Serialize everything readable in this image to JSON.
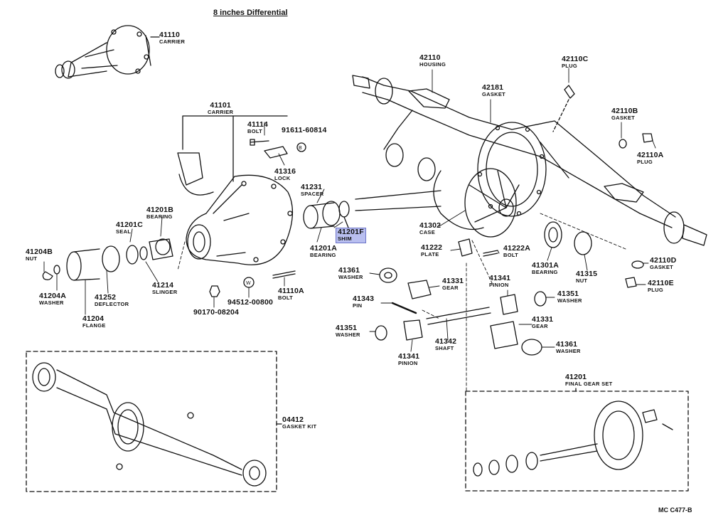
{
  "diagram": {
    "title": "8 inches Differential",
    "code": "MC  C477-B",
    "selected_part": "41201F",
    "parts": [
      {
        "id": "p41110",
        "number": "41110",
        "name": "CARRIER"
      },
      {
        "id": "p41101",
        "number": "41101",
        "name": "CARRIER"
      },
      {
        "id": "p41114",
        "number": "41114",
        "name": "BOLT"
      },
      {
        "id": "p91611",
        "number": "91611-60814",
        "name": ""
      },
      {
        "id": "p41316",
        "number": "41316",
        "name": "LOCK"
      },
      {
        "id": "p41231",
        "number": "41231",
        "name": "SPACER"
      },
      {
        "id": "p41201F",
        "number": "41201F",
        "name": "SHIM"
      },
      {
        "id": "p41201A",
        "number": "41201A",
        "name": "BEARING"
      },
      {
        "id": "p41201B",
        "number": "41201B",
        "name": "BEARING"
      },
      {
        "id": "p41201C",
        "number": "41201C",
        "name": "SEAL"
      },
      {
        "id": "p41204B",
        "number": "41204B",
        "name": "NUT"
      },
      {
        "id": "p41204A",
        "number": "41204A",
        "name": "WASHER"
      },
      {
        "id": "p41204",
        "number": "41204",
        "name": "FLANGE"
      },
      {
        "id": "p41252",
        "number": "41252",
        "name": "DEFLECTOR"
      },
      {
        "id": "p41214",
        "number": "41214",
        "name": "SLINGER"
      },
      {
        "id": "p94512",
        "number": "94512-00800",
        "name": ""
      },
      {
        "id": "p90170",
        "number": "90170-08204",
        "name": ""
      },
      {
        "id": "p41110A",
        "number": "41110A",
        "name": "BOLT"
      },
      {
        "id": "p42110",
        "number": "42110",
        "name": "HOUSING"
      },
      {
        "id": "p42181",
        "number": "42181",
        "name": "GASKET"
      },
      {
        "id": "p42110C",
        "number": "42110C",
        "name": "PLUG"
      },
      {
        "id": "p42110B",
        "number": "42110B",
        "name": "GASKET"
      },
      {
        "id": "p42110A",
        "number": "42110A",
        "name": "PLUG"
      },
      {
        "id": "p41302",
        "number": "41302",
        "name": "CASE"
      },
      {
        "id": "p41222",
        "number": "41222",
        "name": "PLATE"
      },
      {
        "id": "p41222A",
        "number": "41222A",
        "name": "BOLT"
      },
      {
        "id": "p41301A",
        "number": "41301A",
        "name": "BEARING"
      },
      {
        "id": "p41315",
        "number": "41315",
        "name": "NUT"
      },
      {
        "id": "p42110D",
        "number": "42110D",
        "name": "GASKET"
      },
      {
        "id": "p42110E",
        "number": "42110E",
        "name": "PLUG"
      },
      {
        "id": "p41361a",
        "number": "41361",
        "name": "WASHER"
      },
      {
        "id": "p41331a",
        "number": "41331",
        "name": "GEAR"
      },
      {
        "id": "p41341a",
        "number": "41341",
        "name": "PINION"
      },
      {
        "id": "p41351a",
        "number": "41351",
        "name": "WASHER"
      },
      {
        "id": "p41343",
        "number": "41343",
        "name": "PIN"
      },
      {
        "id": "p41331b",
        "number": "41331",
        "name": "GEAR"
      },
      {
        "id": "p41351b",
        "number": "41351",
        "name": "WASHER"
      },
      {
        "id": "p41342",
        "number": "41342",
        "name": "SHAFT"
      },
      {
        "id": "p41361b",
        "number": "41361",
        "name": "WASHER"
      },
      {
        "id": "p41341b",
        "number": "41341",
        "name": "PINION"
      },
      {
        "id": "p04412",
        "number": "04412",
        "name": "GASKET KIT"
      },
      {
        "id": "p41201",
        "number": "41201",
        "name": "FINAL GEAR SET"
      }
    ]
  }
}
